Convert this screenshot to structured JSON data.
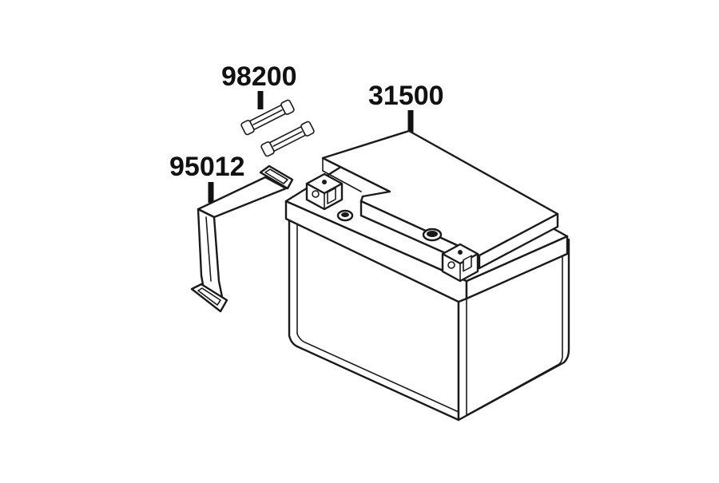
{
  "diagram": {
    "parts": [
      {
        "part_number": "98200",
        "component": "fuse"
      },
      {
        "part_number": "31500",
        "component": "battery"
      },
      {
        "part_number": "95012",
        "component": "battery-strap"
      }
    ]
  }
}
